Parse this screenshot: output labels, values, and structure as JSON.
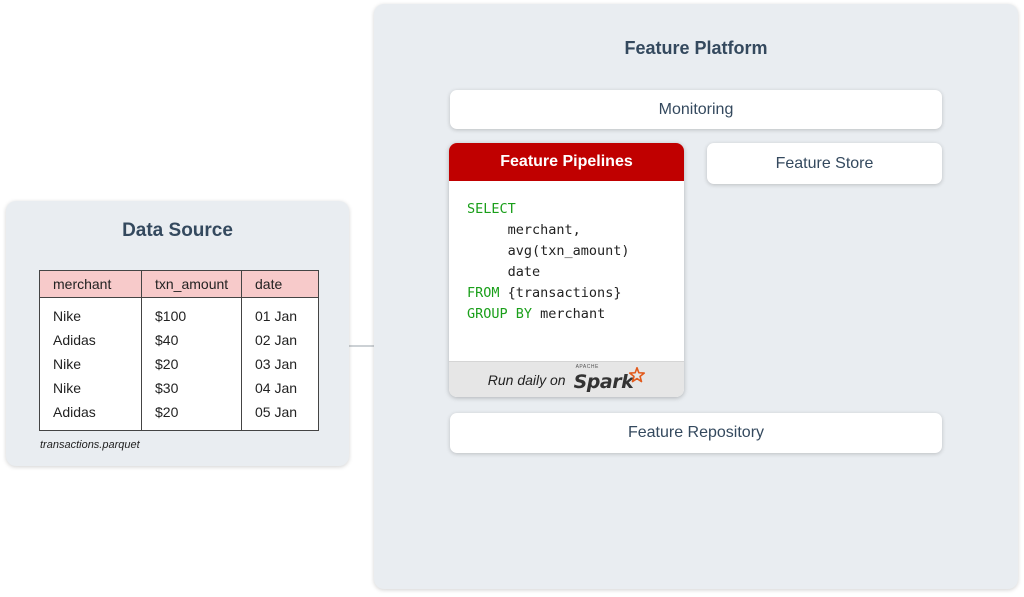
{
  "data_source": {
    "title": "Data Source",
    "columns": [
      "merchant",
      "txn_amount",
      "date"
    ],
    "rows": [
      [
        "Nike",
        "$100",
        "01 Jan"
      ],
      [
        "Adidas",
        "$40",
        "02 Jan"
      ],
      [
        "Nike",
        "$20",
        "03 Jan"
      ],
      [
        "Nike",
        "$30",
        "04 Jan"
      ],
      [
        "Adidas",
        "$20",
        "05 Jan"
      ]
    ],
    "file_name": "transactions.parquet"
  },
  "feature_platform": {
    "title": "Feature Platform",
    "monitoring": "Monitoring",
    "feature_store": "Feature Store",
    "feature_repository": "Feature Repository",
    "pipelines": {
      "title": "Feature Pipelines",
      "code": {
        "select_kw": "SELECT",
        "line1": "merchant,",
        "line2": "avg(txn_amount)",
        "line3": "date",
        "from_kw": "FROM",
        "from_arg": "{transactions}",
        "group_kw": "GROUP BY",
        "group_arg": "merchant"
      },
      "run_label": "Run daily on",
      "engine": "Spark",
      "engine_tag": "APACHE"
    }
  },
  "colors": {
    "pipeline_header": "#c00000",
    "table_header": "#f7caca",
    "sql_keyword": "#1a9f1a",
    "spark_star": "#e25a1c",
    "panel_bg": "#e9edf1"
  }
}
